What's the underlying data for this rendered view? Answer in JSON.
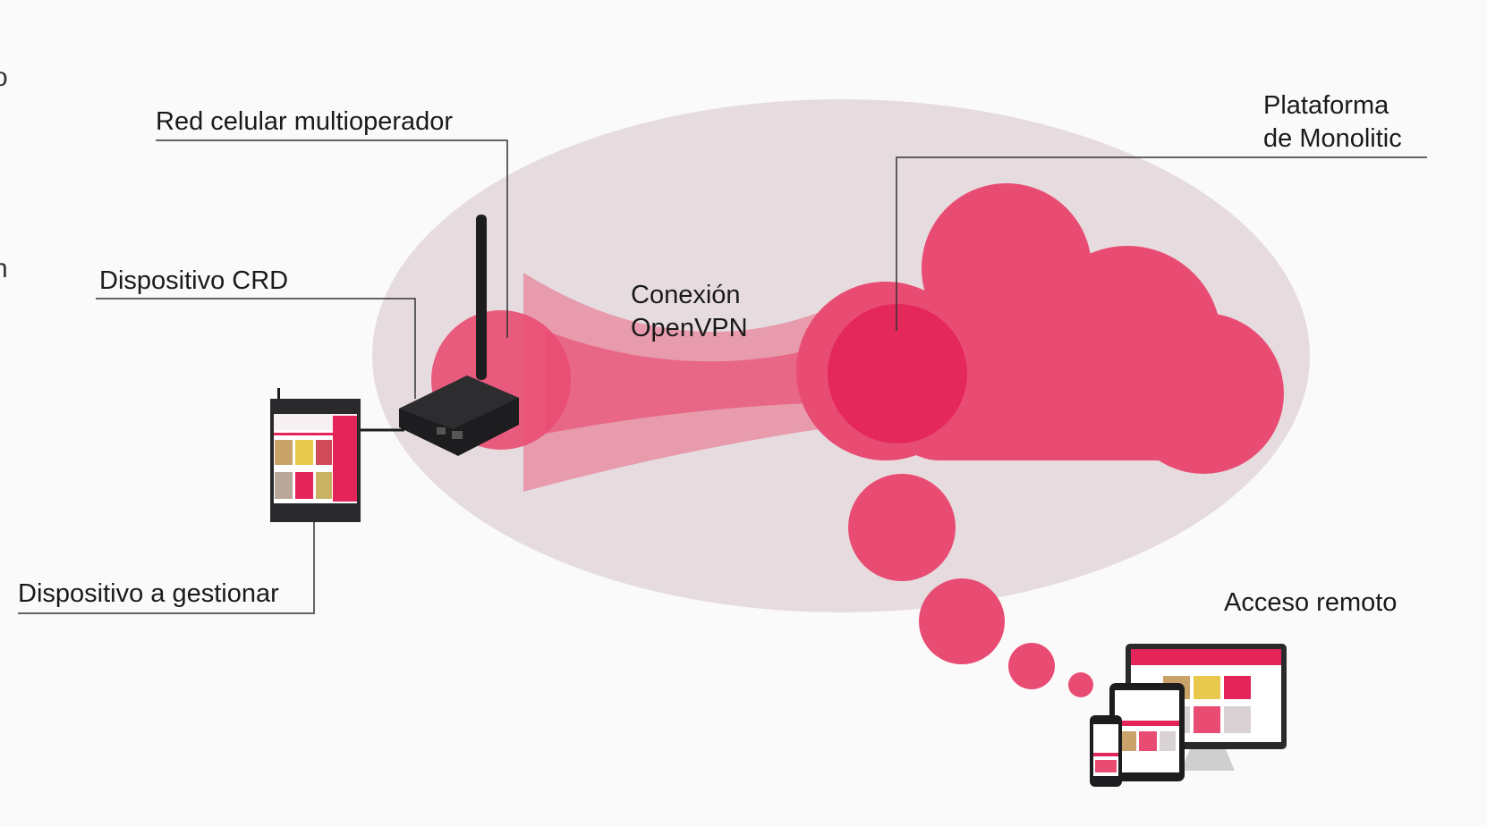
{
  "labels": {
    "red_celular": "Red celular multioperador",
    "dispositivo_crd": "Dispositivo CRD",
    "dispositivo_gestionar": "Dispositivo a gestionar",
    "conexion_line1": "Conexión",
    "conexion_line2": "OpenVPN",
    "plataforma_line1": "Plataforma",
    "plataforma_line2": "de Monolitic",
    "acceso_remoto": "Acceso remoto"
  },
  "edge_glyphs": {
    "top": "o",
    "middle": "n"
  },
  "colors": {
    "background": "#fbfafa",
    "ellipse": "#e6dcdf",
    "accent_pink": "#e94c72",
    "accent_pink_dark": "#e3255a",
    "device_dark": "#1d1d1f",
    "leader_line": "#333333"
  },
  "icons": {
    "router": "router-device-icon",
    "managed_device": "tablet-device-icon",
    "remote_devices": "multi-device-icon",
    "cloud": "cloud-icon"
  }
}
